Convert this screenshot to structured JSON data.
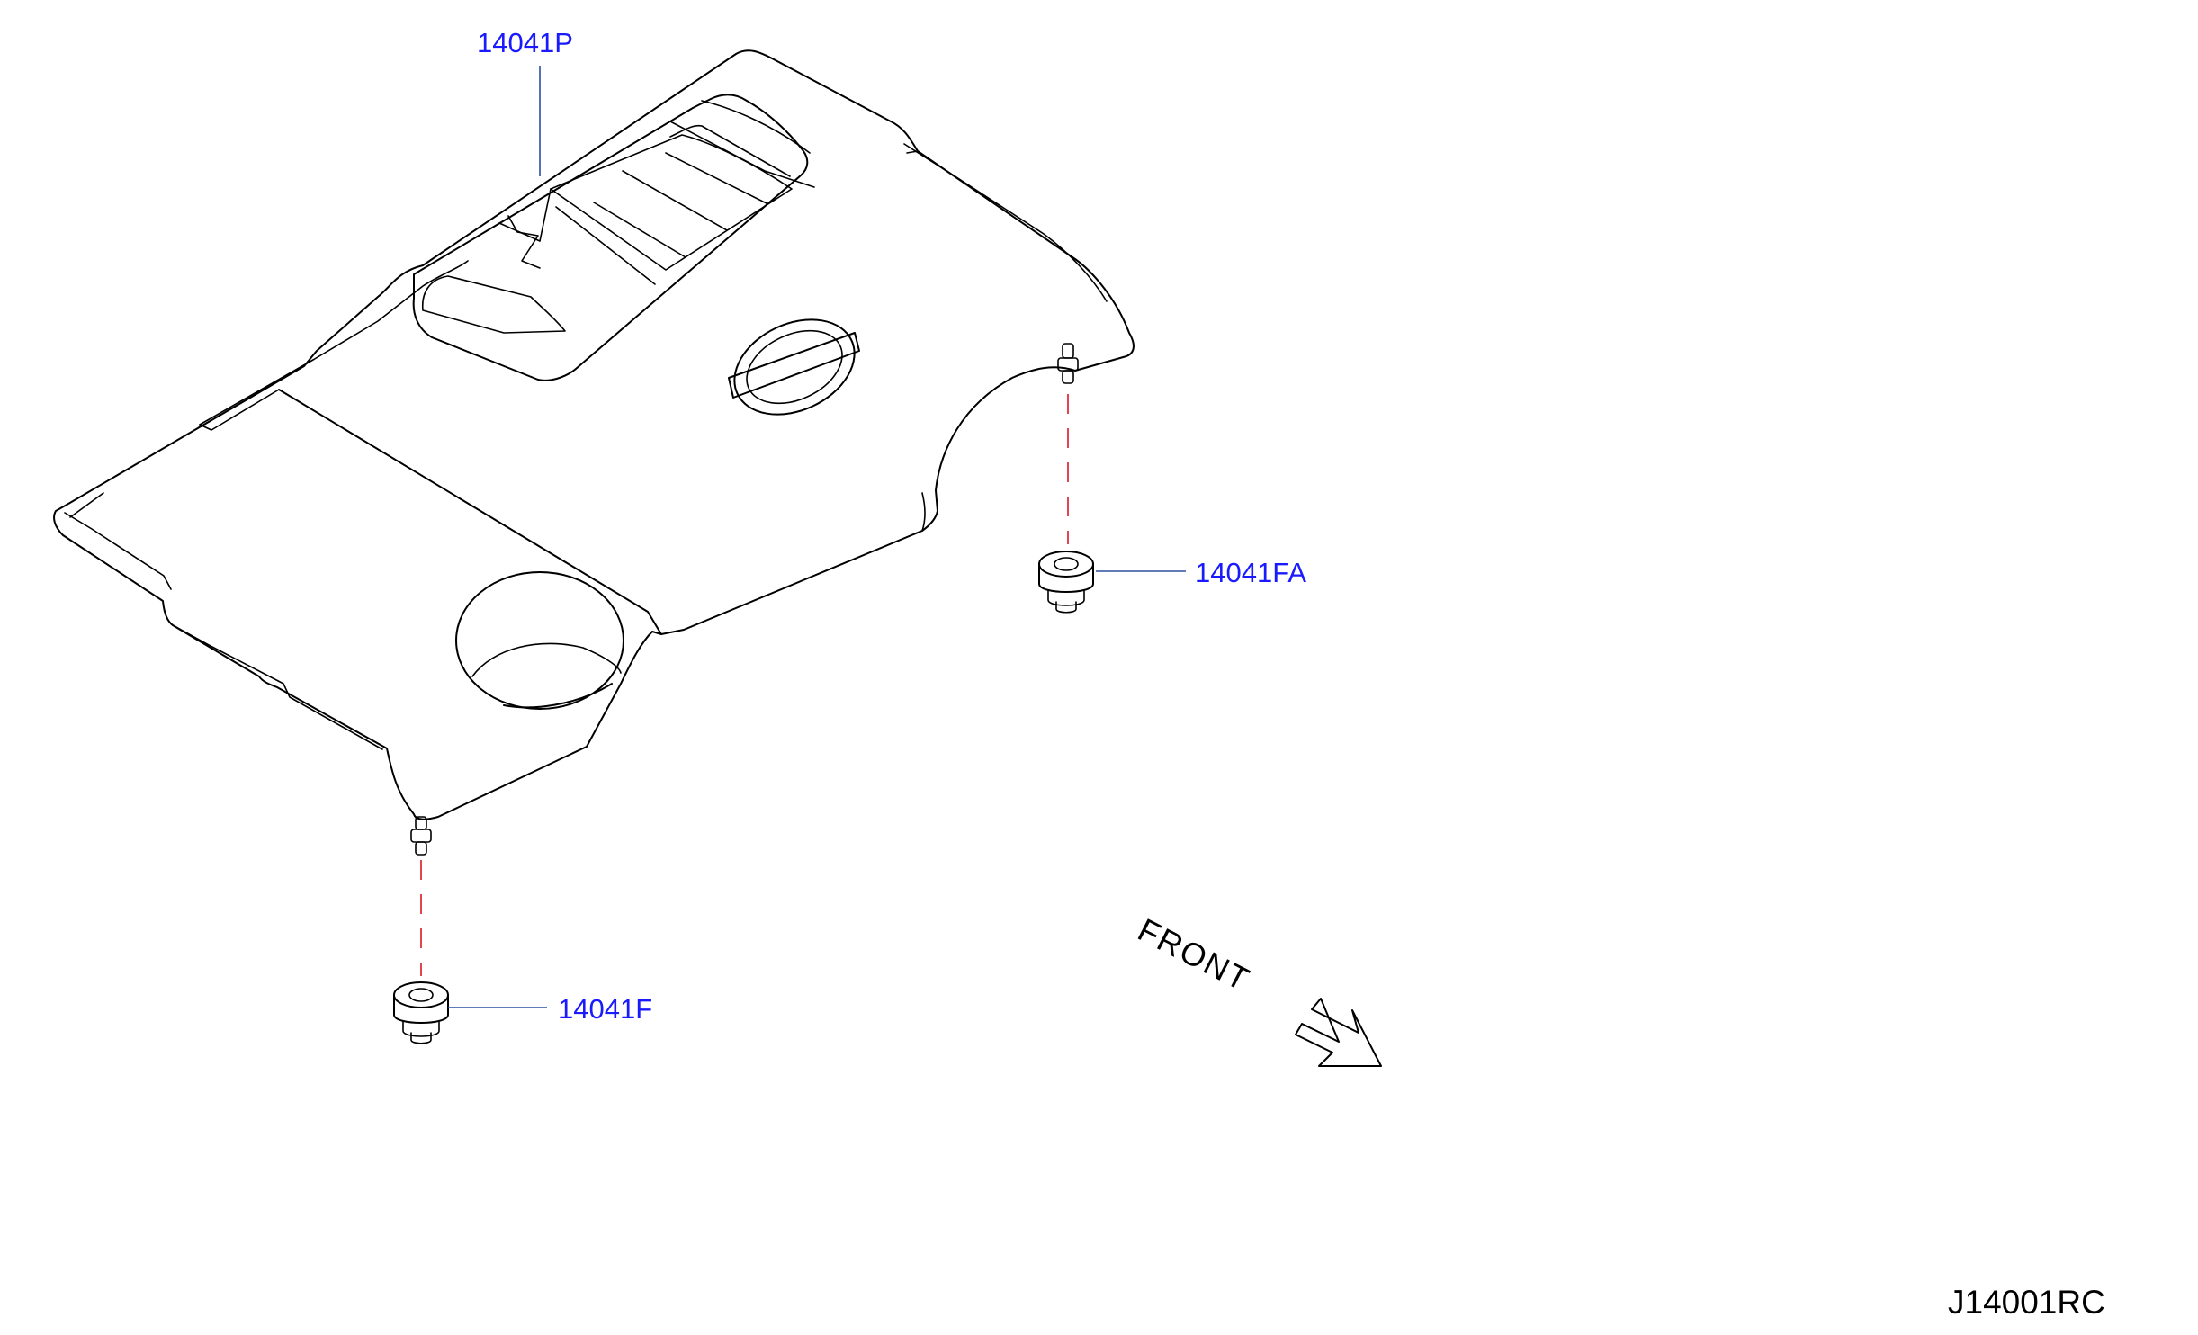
{
  "parts": [
    {
      "part_number": "14041P"
    },
    {
      "part_number": "14041FA"
    },
    {
      "part_number": "14041F"
    }
  ],
  "front_indicator": {
    "label": "FRONT"
  },
  "diagram_id": "J14001RC",
  "colors": {
    "label": "#1a1aff",
    "leader": "#2a50a0",
    "dashed": "#e03040",
    "outline": "#000000"
  }
}
